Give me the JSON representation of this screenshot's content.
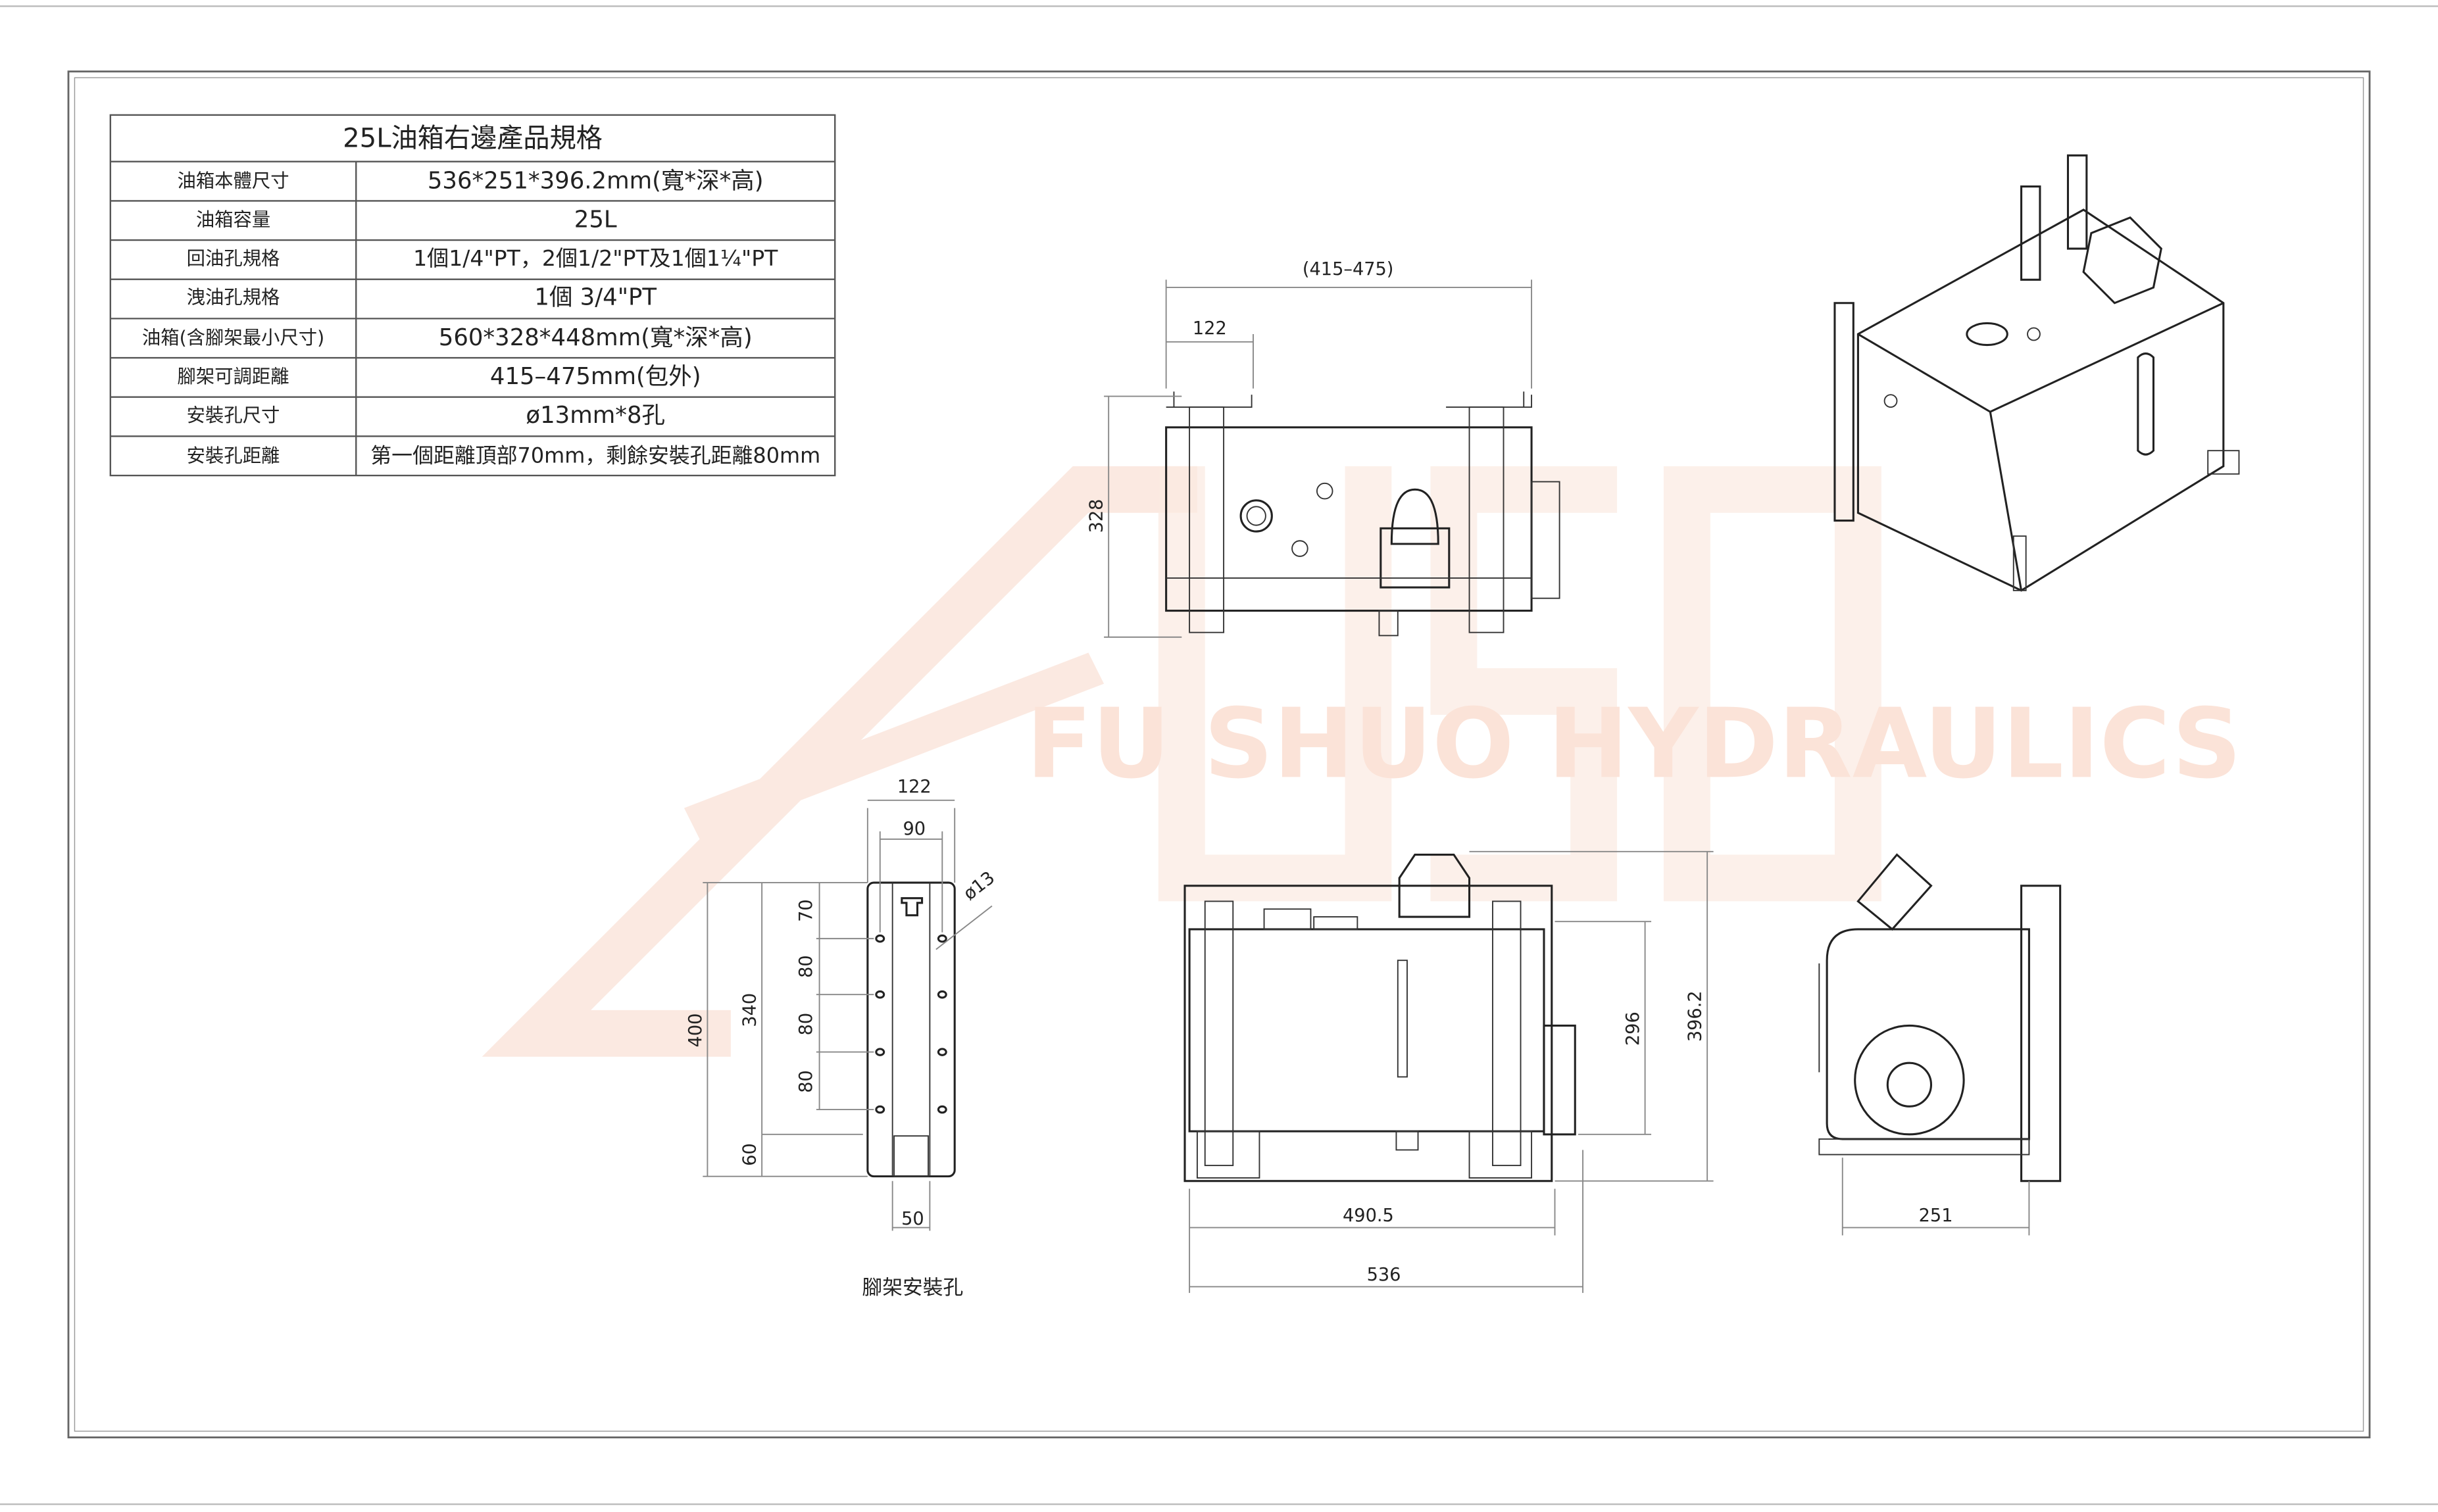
{
  "spec_table": {
    "title": "25L油箱右邊產品規格",
    "rows": [
      {
        "label": "油箱本體尺寸",
        "value": "536*251*396.2mm(寬*深*高)"
      },
      {
        "label": "油箱容量",
        "value": "25L"
      },
      {
        "label": "回油孔規格",
        "value": "1個1/4\"PT，2個1/2\"PT及1個1¼\"PT"
      },
      {
        "label": "洩油孔規格",
        "value": "1個  3/4\"PT"
      },
      {
        "label": "油箱(含腳架最小尺寸)",
        "value": "560*328*448mm(寬*深*高)"
      },
      {
        "label": "腳架可調距離",
        "value": "415–475mm(包外)"
      },
      {
        "label": "安裝孔尺寸",
        "value": "ø13mm*8孔"
      },
      {
        "label": "安裝孔距離",
        "value": "第一個距離頂部70mm，剩餘安裝孔距離80mm"
      }
    ]
  },
  "watermark": {
    "text": "FU SHUO HYDRAULICS"
  },
  "top_view": {
    "dim_range": "(415–475)",
    "dim_122": "122",
    "dim_328": "328"
  },
  "front_view": {
    "dim_490": "490.5",
    "dim_536": "536",
    "dim_296": "296",
    "dim_396": "396.2"
  },
  "side_view": {
    "dim_251": "251"
  },
  "foot_view": {
    "caption": "腳架安裝孔",
    "dim_122": "122",
    "dim_90": "90",
    "dim_13": "ø13",
    "dim_400": "400",
    "dim_340": "340",
    "dim_60": "60",
    "dim_50": "50",
    "dim_70": "70",
    "dim_80a": "80",
    "dim_80b": "80",
    "dim_80c": "80"
  }
}
